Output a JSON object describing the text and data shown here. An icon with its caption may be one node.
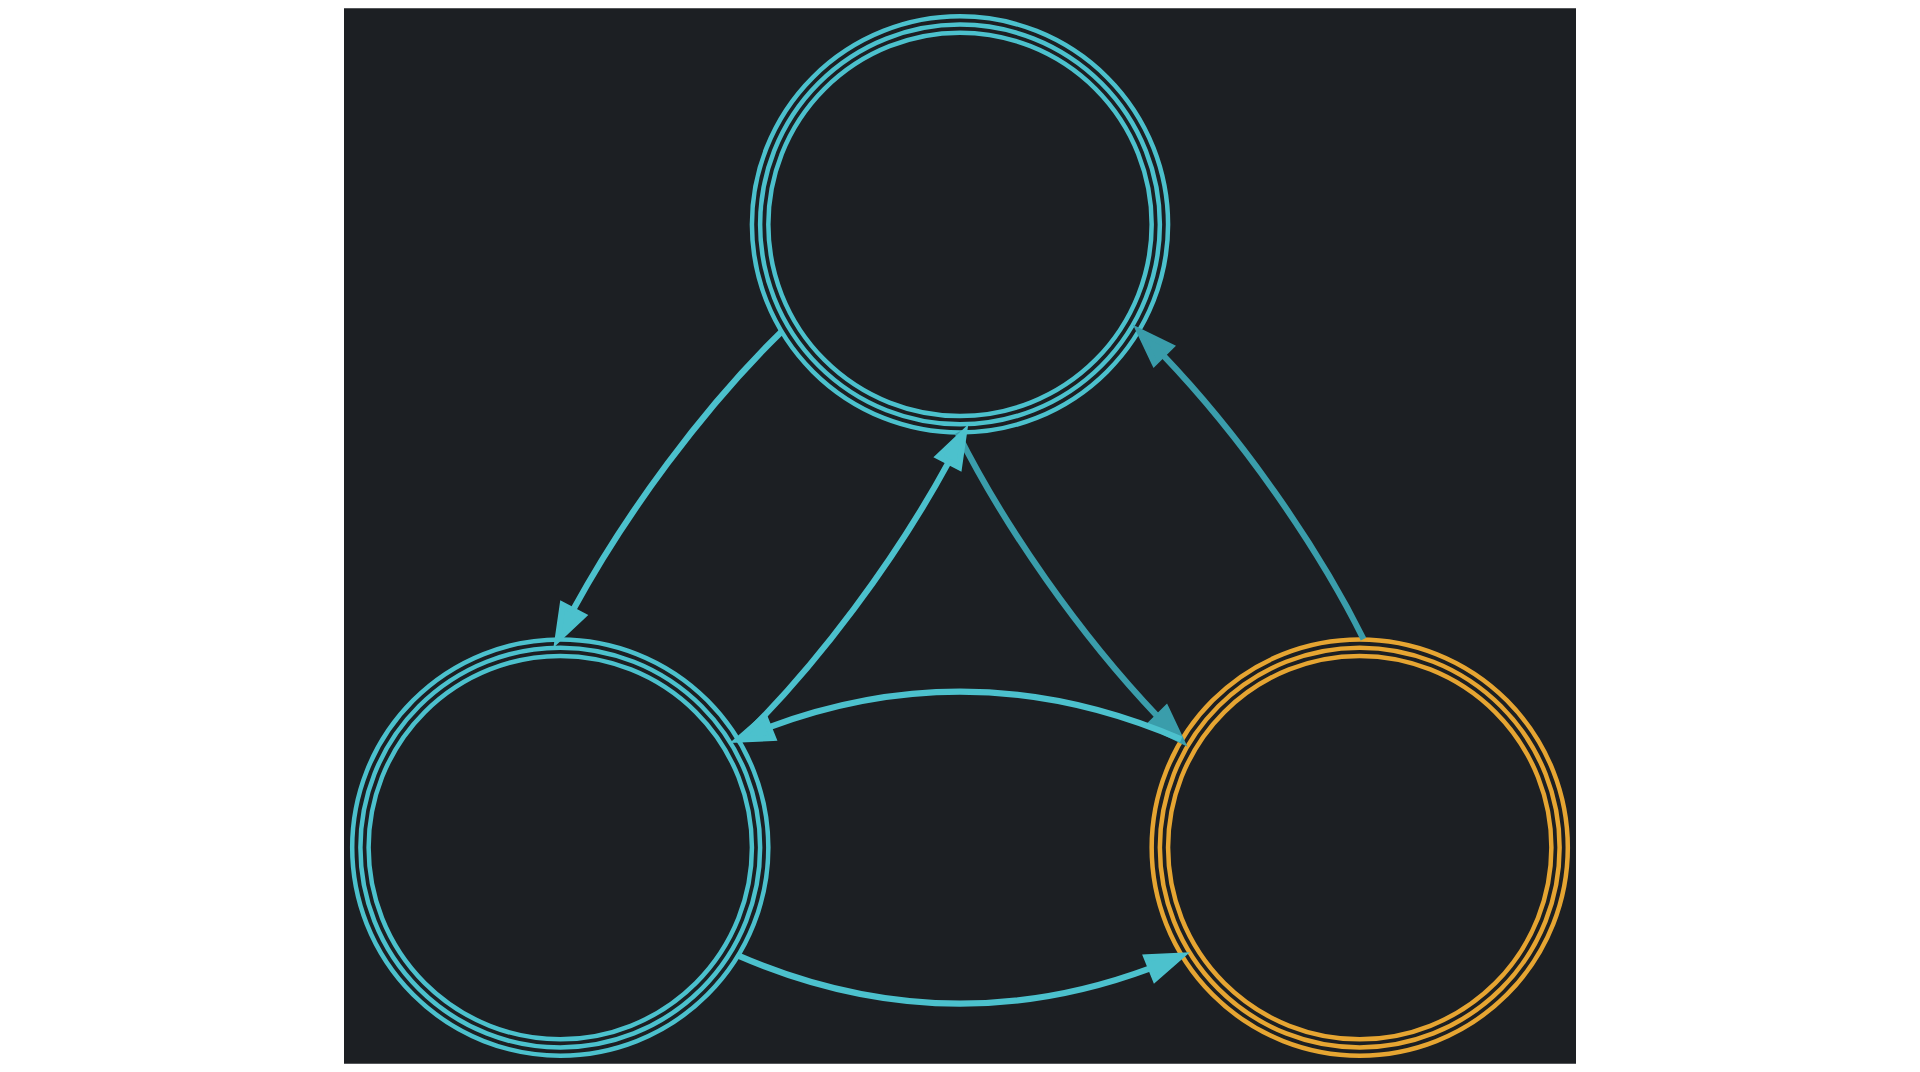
{
  "diagram": {
    "nodes": [
      {
        "text": [],
        "shape": "circle"
      },
      {
        "text": [],
        "shape": "circle"
      },
      {
        "text": [],
        "shape": "circle"
      }
    ],
    "edges": [
      {
        "from": 0,
        "to": 1,
        "arrow": "to"
      },
      {
        "from": 1,
        "to": 0,
        "arrow": "to"
      },
      {
        "from": 0,
        "to": 2,
        "arrow": "to",
        "color": "#3a9dab"
      },
      {
        "from": 2,
        "to": 0,
        "arrow": "to",
        "color": "#3a9dab"
      },
      {
        "from": 1,
        "to": 2,
        "arrow": "to"
      },
      {
        "from": 2,
        "to": 1,
        "arrow": "to"
      }
    ]
  }
}
